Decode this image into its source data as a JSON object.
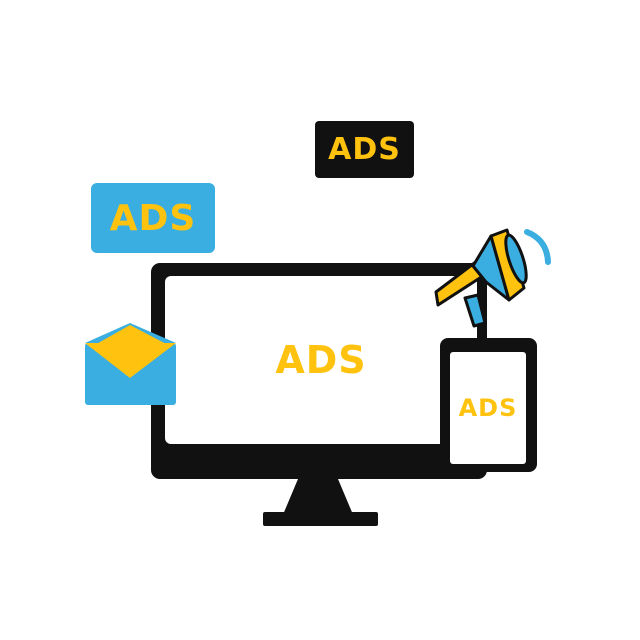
{
  "badges": {
    "black_label": "ADS",
    "blue_label": "ADS"
  },
  "monitor": {
    "screen_label": "ADS"
  },
  "phone": {
    "screen_label": "ADS"
  },
  "icons": [
    "envelope-icon",
    "megaphone-icon",
    "monitor-icon",
    "smartphone-icon"
  ],
  "colors": {
    "yellow": "#ffc20e",
    "blue": "#3aaee0",
    "black": "#111111",
    "white": "#ffffff"
  }
}
